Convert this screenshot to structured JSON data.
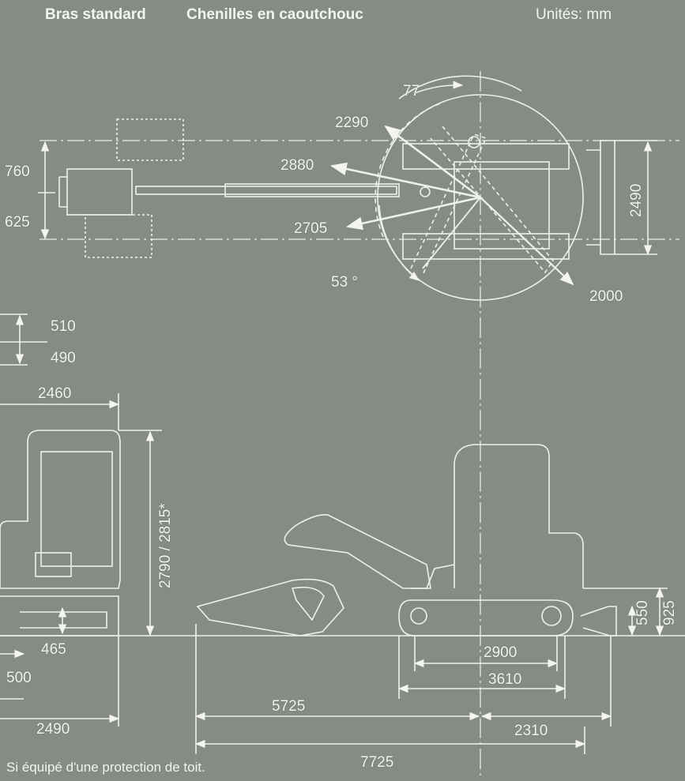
{
  "header": {
    "title": "Bras standard",
    "subtitle": "Chenilles en caoutchouc",
    "units": "Unités: mm"
  },
  "top_view": {
    "dim_760": "760",
    "dim_625": "625",
    "dim_2880": "2880",
    "dim_2705": "2705",
    "dim_2290": "2290",
    "angle_77": "77",
    "angle_53": "53 °",
    "dim_2000": "2000",
    "dim_2490": "2490"
  },
  "front_view": {
    "dim_510": "510",
    "dim_490": "490",
    "dim_2460": "2460",
    "dim_height": "2790 / 2815*",
    "dim_465": "465",
    "dim_500": "500",
    "dim_2490": "2490"
  },
  "side_view": {
    "dim_550": "550",
    "dim_925": "925",
    "dim_2900": "2900",
    "dim_3610": "3610",
    "dim_5725": "5725",
    "dim_2310": "2310",
    "dim_7725": "7725"
  },
  "footnote": "Si équipé d'une protection de toit."
}
